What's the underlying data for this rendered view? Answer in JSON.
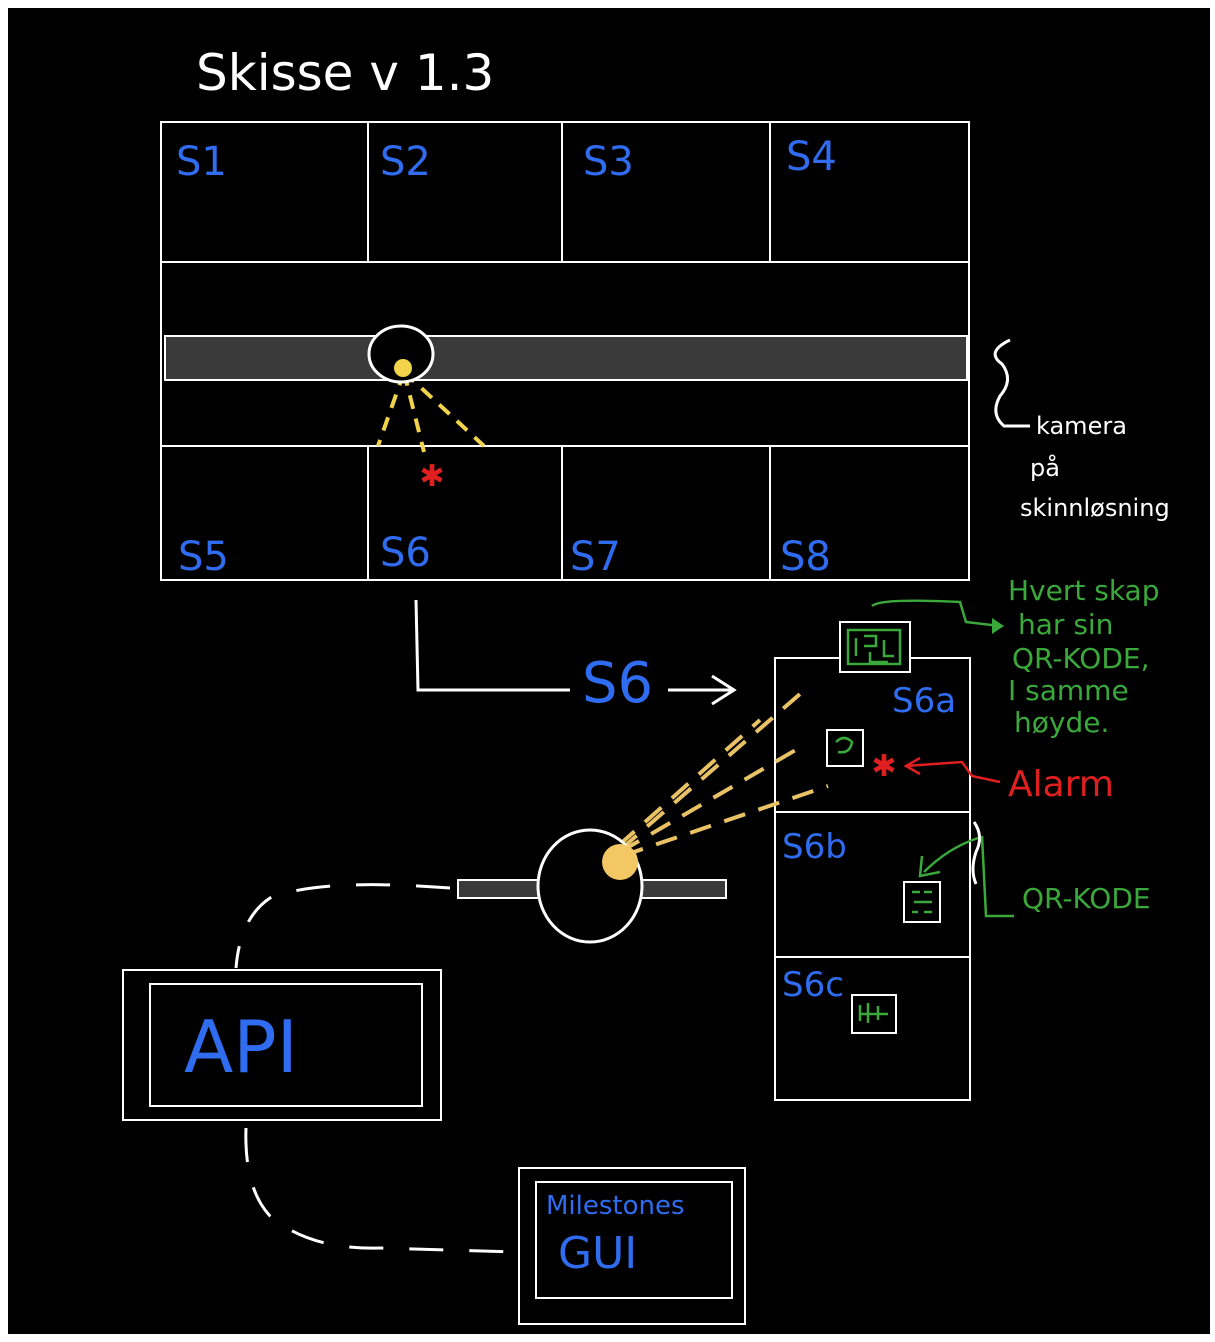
{
  "title": "Skisse v 1.3",
  "cells_top": [
    "S1",
    "S2",
    "S3",
    "S4"
  ],
  "cells_bottom": [
    "S5",
    "S6",
    "S7",
    "S8"
  ],
  "zoom_label": "S6",
  "sub_cells": [
    "S6a",
    "S6b",
    "S6c"
  ],
  "api_label": "API",
  "gui_label_1": "Milestones",
  "gui_label_2": "GUI",
  "note_camera": [
    "kamera",
    "på",
    "skinnløsning"
  ],
  "note_qr_each": [
    "Hvert skap",
    "har sin",
    "QR-KODE,",
    "I samme",
    "høyde."
  ],
  "note_alarm": "Alarm",
  "note_qr": "QR-KODE",
  "colors": {
    "background": "#000000",
    "frame": "#ffffff",
    "cell_labels": "#2f6cf0",
    "camera_beam": "#f1d44c",
    "qr_notes": "#3aa83a",
    "alarm": "#e02020"
  }
}
